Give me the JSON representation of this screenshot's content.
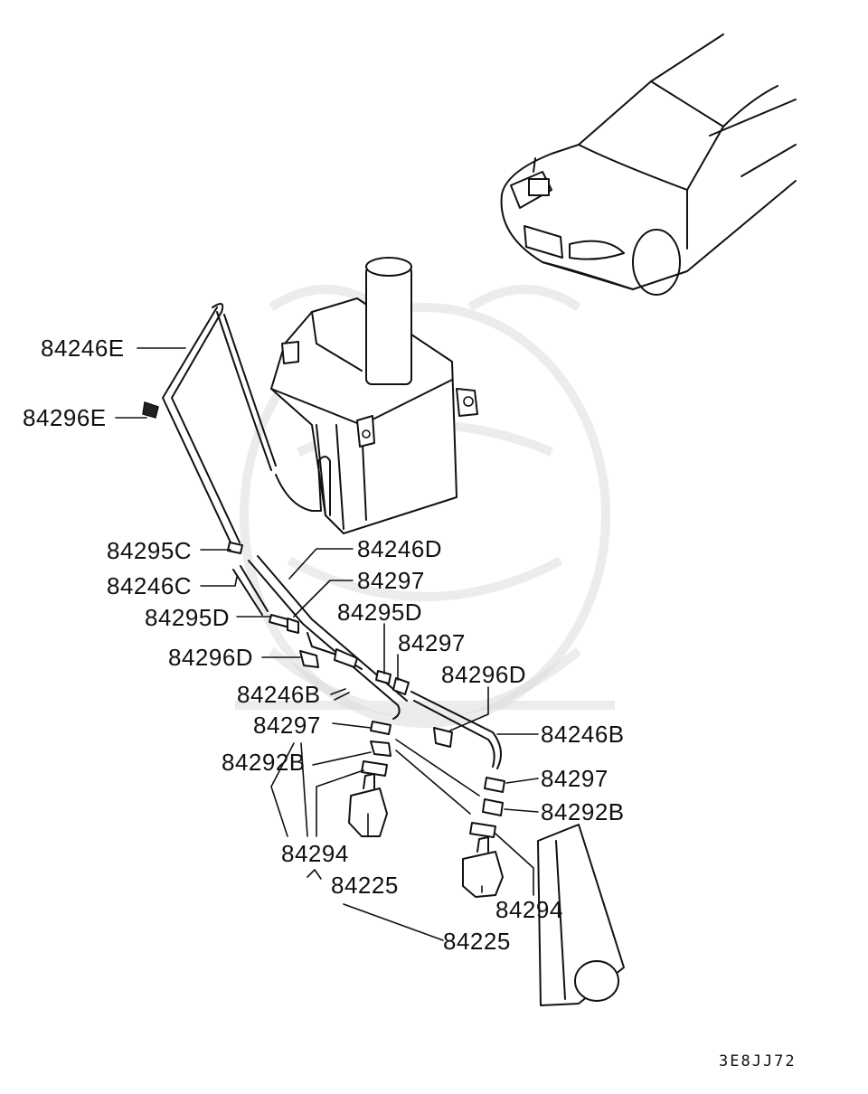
{
  "diagram": {
    "labels": {
      "l_84246E": "84246E",
      "l_84296E": "84296E",
      "l_84295C": "84295C",
      "l_84246D": "84246D",
      "l_84246C": "84246C",
      "l_84297_a": "84297",
      "l_84295D_left": "84295D",
      "l_84295D_mid": "84295D",
      "l_84297_b": "84297",
      "l_84296D_left": "84296D",
      "l_84296D_right": "84296D",
      "l_84246B_left": "84246B",
      "l_84246B_right": "84246B",
      "l_84297_c": "84297",
      "l_84292B_left": "84292B",
      "l_84297_d": "84297",
      "l_84292B_right": "84292B",
      "l_84294_left": "84294",
      "l_84225_left": "84225",
      "l_84294_right": "84294",
      "l_84225_right": "84225"
    },
    "code": "3E8JJ72"
  }
}
